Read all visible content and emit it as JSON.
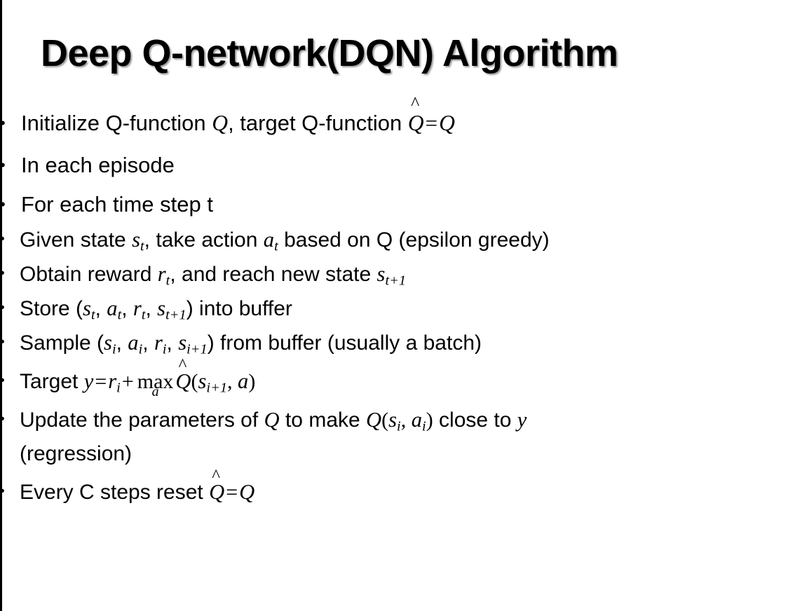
{
  "slide": {
    "title": "Deep Q-network(DQN) Algorithm",
    "bullet_marker": "•",
    "colors": {
      "background": "#ffffff",
      "text": "#000000",
      "title_shadow": "#787878",
      "left_border": "#000000"
    }
  },
  "content": {
    "initialize": {
      "pre": "Initialize Q-function ",
      "var_q": "Q",
      "mid": ", target Q-function ",
      "qhat": "Q",
      "hat": "̂",
      "equals": "=",
      "var_q2": "Q"
    },
    "in_each_episode": "In each episode",
    "for_each_time_step": "For each time step t",
    "given_state": {
      "pre": "Given state ",
      "s": "s",
      "sub_t": "t",
      "mid": ", take action ",
      "a": "a",
      "sub_t2": "t",
      "post": " based on Q (epsilon greedy)"
    },
    "obtain_reward": {
      "pre": "Obtain reward ",
      "r": "r",
      "sub_t": "t",
      "mid": ", and reach new state ",
      "s": "s",
      "sub_t1": "t+1"
    },
    "store": {
      "pre": "Store (",
      "s": "s",
      "sub_t": "t",
      "c1": ", ",
      "a": "a",
      "sub_t2": "t",
      "c2": ", ",
      "r": "r",
      "sub_t3": "t",
      "c3": ", ",
      "s2": "s",
      "sub_t4": "t+1",
      "post": ") into buffer"
    },
    "sample": {
      "pre": "Sample (",
      "s": "s",
      "sub_i": "i",
      "c1": ", ",
      "a": "a",
      "sub_i2": "i",
      "c2": ", ",
      "r": "r",
      "sub_i3": "i",
      "c3": ", ",
      "s2": "s",
      "sub_i4": "i+1",
      "post": ") from buffer (usually a batch)"
    },
    "target": {
      "pre": "Target ",
      "y": "y",
      "equals": "=",
      "r": "r",
      "sub_i": "i",
      "plus": "+",
      "max": "max",
      "max_sub": "a",
      "qhat": "Q",
      "hat": "̂",
      "open": "(",
      "s": "s",
      "sub_i1": "i+1",
      "comma": ", ",
      "a": "a",
      "close": ")"
    },
    "update": {
      "pre": "Update the parameters of ",
      "q": "Q",
      "mid": " to make ",
      "q2": "Q",
      "open": "(",
      "s": "s",
      "sub_i": "i",
      "comma": ", ",
      "a": "a",
      "sub_i2": "i",
      "close": ")",
      "post": " close to ",
      "y": "y",
      "tail": " (regression)"
    },
    "every_c_steps": {
      "pre": "Every C steps reset ",
      "qhat": "Q",
      "hat": "̂",
      "equals": "=",
      "q": "Q"
    }
  }
}
